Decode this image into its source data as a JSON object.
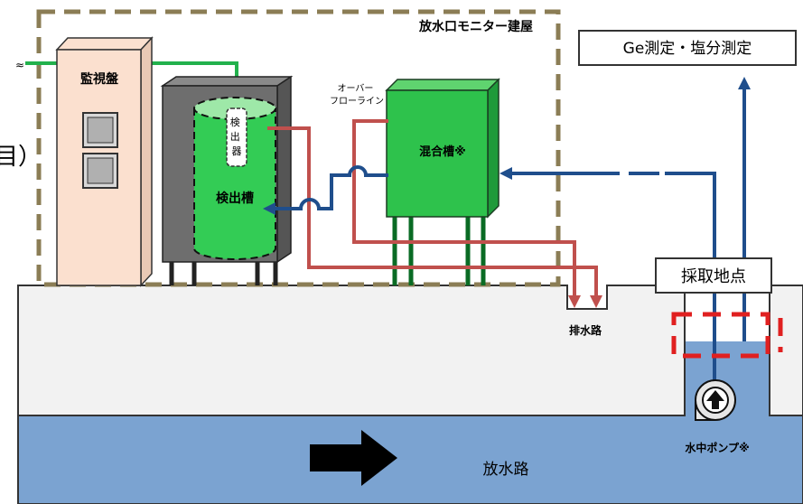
{
  "building": {
    "title": "放水口モニター建屋"
  },
  "panel": {
    "label": "監視盤"
  },
  "detector": {
    "label": "検出器"
  },
  "detection_tank": {
    "label": "検出槽"
  },
  "overflow": {
    "label_line1": "オーバー",
    "label_line2": "フローライン"
  },
  "mixing_tank": {
    "label": "混合槽※"
  },
  "ge_box": {
    "label": "Ge測定・塩分測定"
  },
  "sampling_point": {
    "label": "採取地点"
  },
  "drain": {
    "label": "排水路"
  },
  "pump": {
    "label": "水中ポンプ※"
  },
  "discharge": {
    "label": "放水路"
  },
  "left_fragment": {
    "text": "目）"
  },
  "colors": {
    "green_line": "#22b14c",
    "tank_green": "#33cc55",
    "red_line": "#c0504d",
    "blue_line": "#1f4e8c",
    "water": "#7ba3d1",
    "ground": "#f2f2f2",
    "building_border": "#8b7d55",
    "panel_fill": "#fbe0cf",
    "tank_body": "#6e6e6e",
    "sampling_dash": "#e02020"
  }
}
